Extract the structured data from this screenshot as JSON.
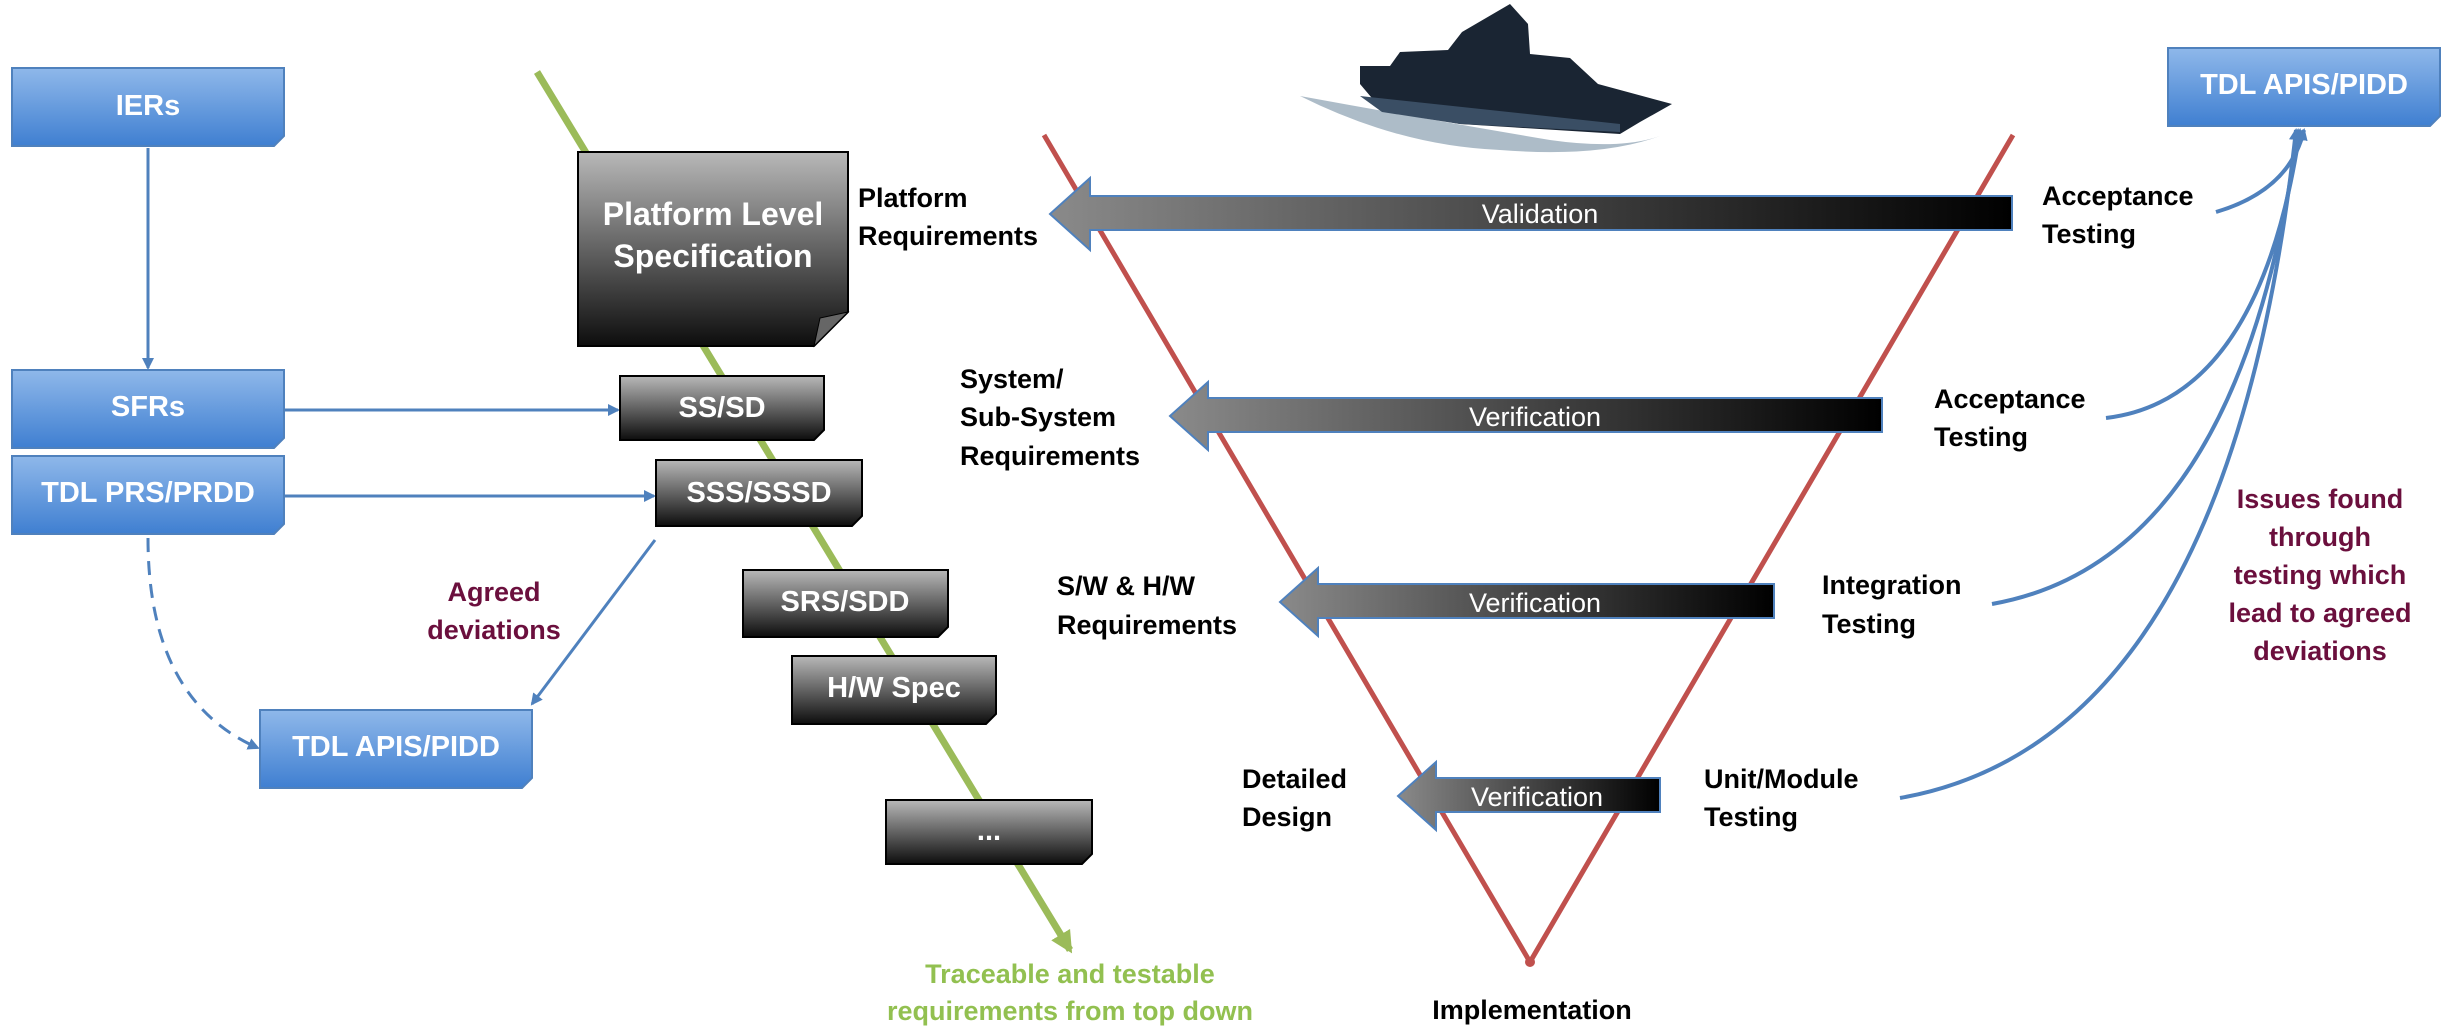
{
  "blue_boxes": {
    "iers": "IERs",
    "sfrs": "SFRs",
    "tdl_prs": "TDL PRS/PRDD",
    "tdl_apis_left": "TDL APIS/PIDD",
    "tdl_apis_right": "TDL APIS/PIDD"
  },
  "spec_docs": {
    "platform_line1": "Platform Level",
    "platform_line2": "Specification",
    "ss_sd": "SS/SD",
    "sss_sssd": "SSS/SSSD",
    "srs_sdd": "SRS/SDD",
    "hw_spec": "H/W Spec",
    "more": "..."
  },
  "agreed_deviations": [
    "Agreed",
    "deviations"
  ],
  "traceable_caption": [
    "Traceable and testable",
    "requirements from top down"
  ],
  "v_left_labels": {
    "platform_req": [
      "Platform",
      "Requirements"
    ],
    "system_req": [
      "System/",
      "Sub-System",
      "Requirements"
    ],
    "sw_hw_req": [
      "S/W & H/W",
      "Requirements"
    ],
    "detailed_design": [
      "Detailed",
      "Design"
    ]
  },
  "v_arrows": {
    "validation": "Validation",
    "verification_1": "Verification",
    "verification_2": "Verification",
    "verification_3": "Verification"
  },
  "v_right_labels": {
    "acceptance_1": [
      "Acceptance",
      "Testing"
    ],
    "acceptance_2": [
      "Acceptance",
      "Testing"
    ],
    "integration": [
      "Integration",
      "Testing"
    ],
    "unit": [
      "Unit/Module",
      "Testing"
    ]
  },
  "implementation": "Implementation",
  "issues_note": [
    "Issues found",
    "through",
    "testing which",
    "lead to agreed",
    "deviations"
  ],
  "colors": {
    "blue_box": "#5b9bd5",
    "blue_line": "#4f81bd",
    "v_line": "#c0504d",
    "green_arrow": "#9bbb59",
    "maroon_text": "#6b0f3d",
    "green_text": "#92c050",
    "dark_box": "#1a1a1a"
  },
  "icons": {
    "ship": "warship-silhouette-icon"
  }
}
